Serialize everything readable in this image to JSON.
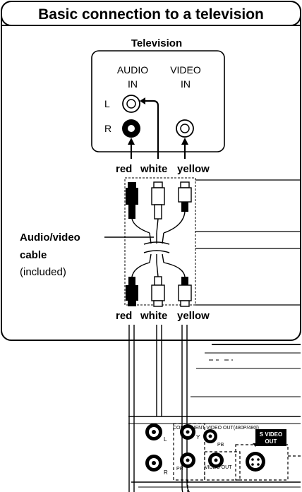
{
  "header": {
    "title": "Basic connection to a television"
  },
  "television": {
    "label": "Television",
    "audio_in": "AUDIO",
    "audio_in_sub": "IN",
    "video_in": "VIDEO",
    "video_in_sub": "IN",
    "left_channel": "L",
    "right_channel": "R"
  },
  "cable": {
    "top_colors": {
      "red": "red",
      "white": "white",
      "yellow": "yellow"
    },
    "bottom_colors": {
      "red": "red",
      "white": "white",
      "yellow": "yellow"
    },
    "name_line1": "Audio/video",
    "name_line2": "cable",
    "note": "(included)"
  },
  "player_panel": {
    "audio_l": "L",
    "audio_r": "R",
    "component_label": "COMPONENT VIDEO OUT(480P/480i)",
    "y_label": "Y",
    "pb_label": "PB",
    "pr_label": "PR",
    "video_out": "VIDEO OUT",
    "s_video_line1": "S VIDEO",
    "s_video_line2": "OUT"
  }
}
